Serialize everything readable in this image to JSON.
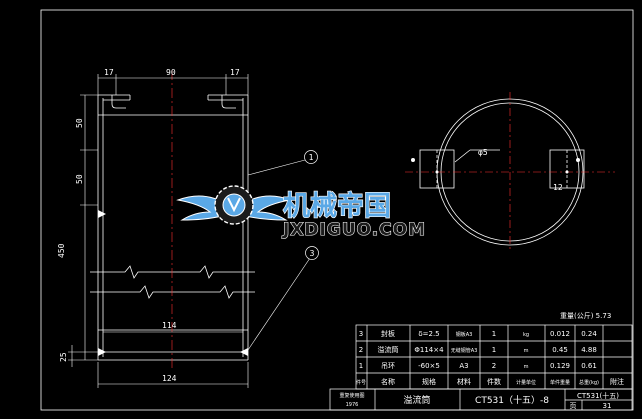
{
  "colors": {
    "background": "#000000",
    "line": "#ffffff",
    "center_line": "#ff3030",
    "watermark": "#5aa8e6"
  },
  "dimensions": {
    "top_left_17": "17",
    "top_90": "90",
    "top_right_17": "17",
    "left_50_a": "50",
    "left_50_b": "50",
    "left_450": "450",
    "left_25": "25",
    "inner_114": "114",
    "bottom_124": "124",
    "top_view_phi": "φ5",
    "top_view_12": "12"
  },
  "callouts": {
    "one": "1",
    "three": "3"
  },
  "watermark": {
    "chinese": "机械帝国",
    "latin": "JXDIGUO.COM"
  },
  "weight_label": "重量(公斤) 5.73",
  "bom": {
    "rows": [
      {
        "no": "3",
        "name": "封板",
        "spec": "δ=2.5",
        "material": "钢板A3",
        "qty": "1",
        "unit": "kg",
        "unit_weight": "0.012",
        "total": "0.24",
        "note": ""
      },
      {
        "no": "2",
        "name": "溢流筒",
        "spec": "Φ114×4",
        "material": "无缝钢管A3",
        "qty": "1",
        "unit": "m",
        "unit_weight": "0.45",
        "total": "4.88",
        "note": ""
      },
      {
        "no": "1",
        "name": "吊环",
        "spec": "-60×5",
        "material": "A3",
        "qty": "2",
        "unit": "m",
        "unit_weight": "0.129",
        "total": "0.61",
        "note": ""
      }
    ],
    "header": {
      "no": "件号",
      "name": "名称",
      "spec": "规格",
      "material": "材料",
      "qty": "件数",
      "unit": "计量单位",
      "unit_weight": "单件重量",
      "total": "总重(kg)",
      "note": "附注"
    }
  },
  "title_block": {
    "first_use": "重复使用图",
    "year": "1976",
    "part_name": "溢流筒",
    "drawing_code": "CT531（十五）-8",
    "series": "CT531(十五)",
    "page_label": "页",
    "page_no": "31"
  }
}
